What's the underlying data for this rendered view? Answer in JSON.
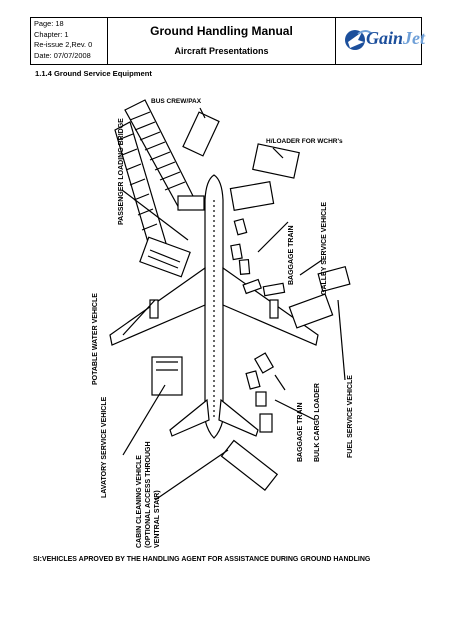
{
  "header": {
    "page": "Page: 18",
    "chapter": "Chapter: 1",
    "reissue": "Re-issue 2,Rev. 0",
    "date": "Date: 07/07/2008",
    "title": "Ground Handling Manual",
    "subtitle": "Aircraft Presentations",
    "logo_text_main": "Gain",
    "logo_text_accent": "Jet"
  },
  "section_title": "1.1.4  Ground Service Equipment",
  "diagram": {
    "labels": {
      "bus": "BUS CREW/PAX",
      "hloader": "H/LOADER FOR WCHR's",
      "bridge": "PASSENGER LOADING BRIDGE",
      "baggage_train_top": "BAGGAGE TRAIN",
      "galley": "GALLEY SERVICE VEHICLE",
      "potable": "POTABLE WATER VEHICLE",
      "lavatory": "LAVATORY SERVICE VEHICLE",
      "cabin1": "CABIN CLEANING VEHICLE",
      "cabin2": "(OPTIONAL ACCESS THROUGH",
      "cabin3": "VENTRAL STAIR)",
      "baggage_train_bottom": "BAGGAGE TRAIN",
      "bulk": "BULK CARGO LOADER",
      "fuel": "FUEL SERVICE VEHICLE"
    }
  },
  "footer": "SI:VEHICLES APROVED BY THE HANDLING AGENT FOR ASSISTANCE DURING GROUND HANDLING"
}
